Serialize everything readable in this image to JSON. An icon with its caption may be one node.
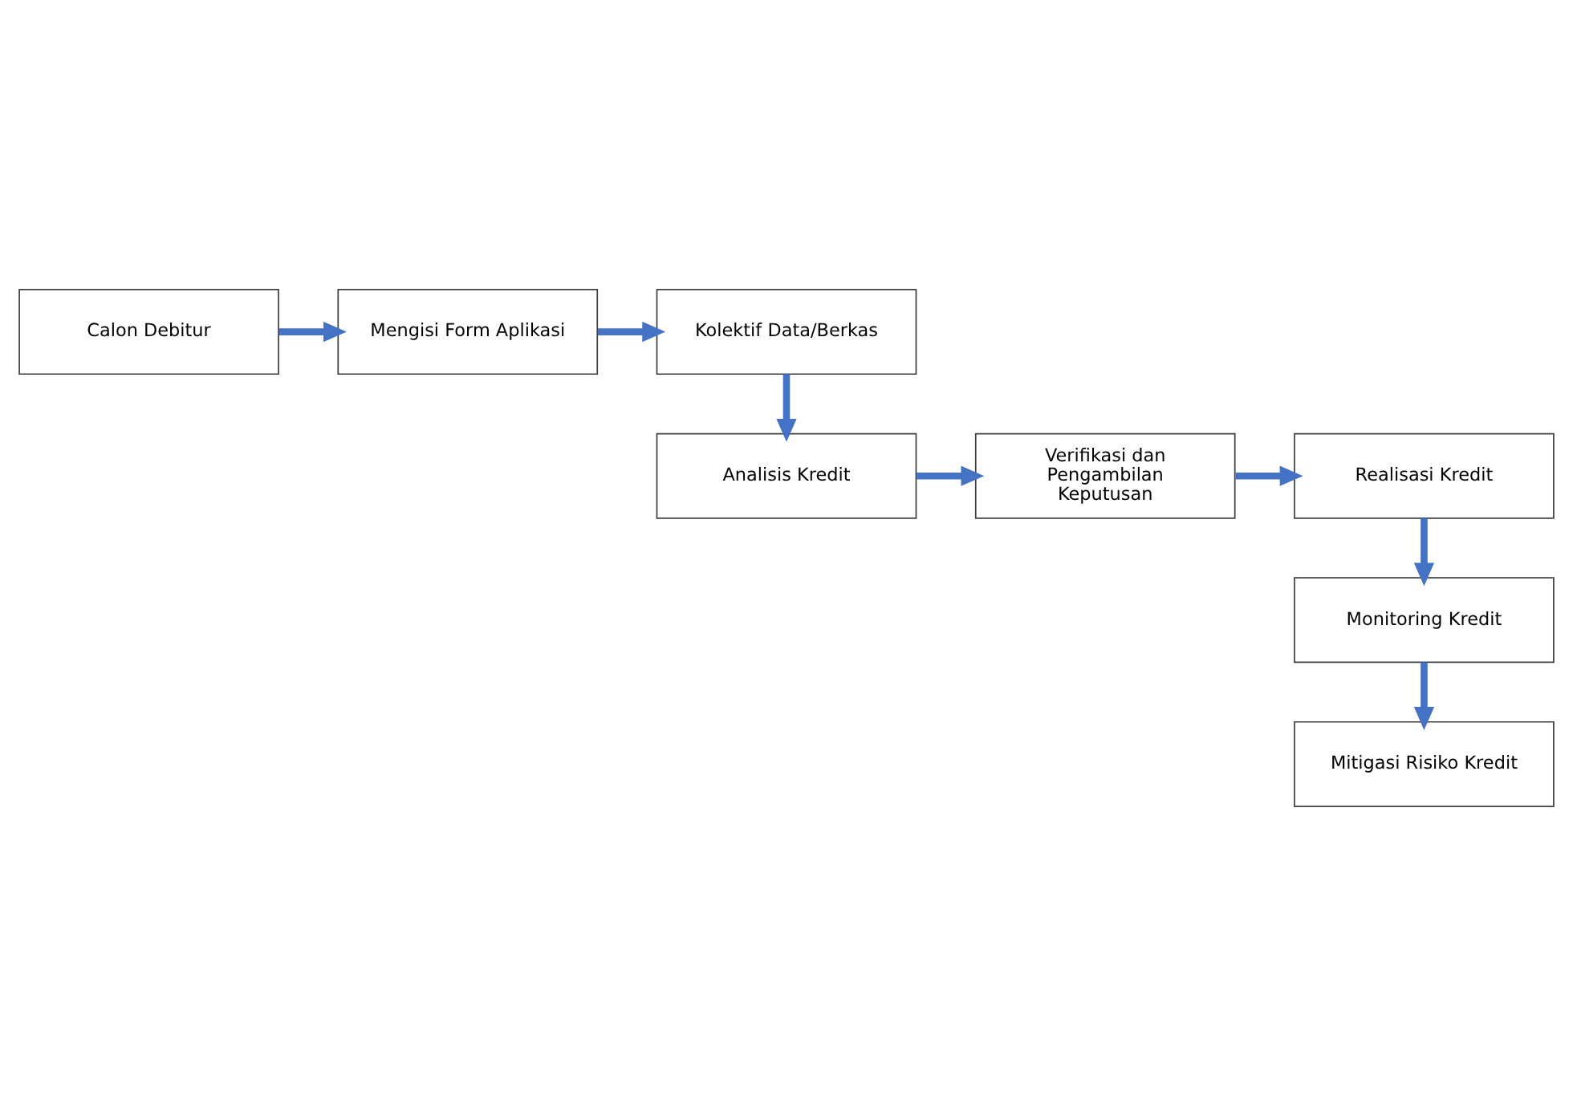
{
  "diagram": {
    "nodes": [
      {
        "text": [
          "Calon Debitur"
        ]
      },
      {
        "text": [
          "Mengisi Form Aplikasi"
        ]
      },
      {
        "text": [
          "Kolektif Data/Berkas"
        ]
      },
      {
        "text": [
          "Analisis Kredit"
        ]
      },
      {
        "text": [
          "Verifikasi dan Pengambilan Keputusan"
        ]
      },
      {
        "text": [
          "Realisasi Kredit"
        ]
      },
      {
        "text": [
          "Monitoring Kredit"
        ]
      },
      {
        "text": [
          "Mitigasi Risiko Kredit"
        ]
      }
    ],
    "edges": [
      {
        "from": 0,
        "to": 1,
        "arrow": "to"
      },
      {
        "from": 1,
        "to": 2,
        "arrow": "to"
      },
      {
        "from": 2,
        "to": 3,
        "arrow": "to"
      },
      {
        "from": 3,
        "to": 4,
        "arrow": "to"
      },
      {
        "from": 4,
        "to": 5,
        "arrow": "to"
      },
      {
        "from": 5,
        "to": 6,
        "arrow": "to"
      },
      {
        "from": 6,
        "to": 7,
        "arrow": "to"
      }
    ]
  }
}
